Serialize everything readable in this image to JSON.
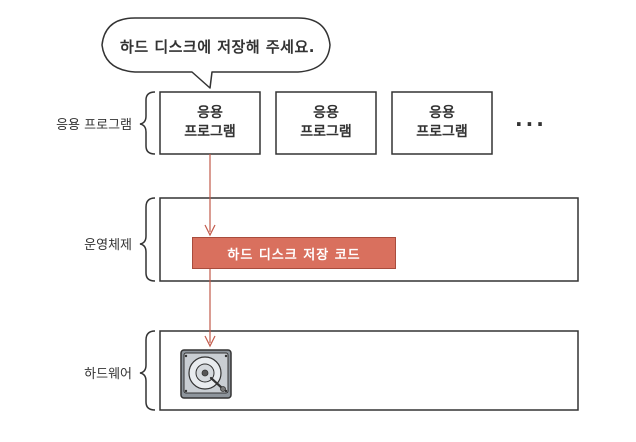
{
  "speech_bubble": {
    "text": "하드 디스크에 저장해 주세요."
  },
  "layers": {
    "application": {
      "label": "응용 프로그램"
    },
    "os": {
      "label": "운영체제"
    },
    "hardware": {
      "label": "하드웨어"
    }
  },
  "apps": [
    {
      "label": "응용\n프로그램"
    },
    {
      "label": "응용\n프로그램"
    },
    {
      "label": "응용\n프로그램"
    }
  ],
  "ellipsis": "···",
  "os_box": {
    "code_label": "하드 디스크 저장 코드"
  },
  "hardware_box": {
    "icon": "hard-disk-icon"
  },
  "colors": {
    "accent": "#d9705e",
    "arrow": "#c25a4a",
    "line": "#333333"
  }
}
